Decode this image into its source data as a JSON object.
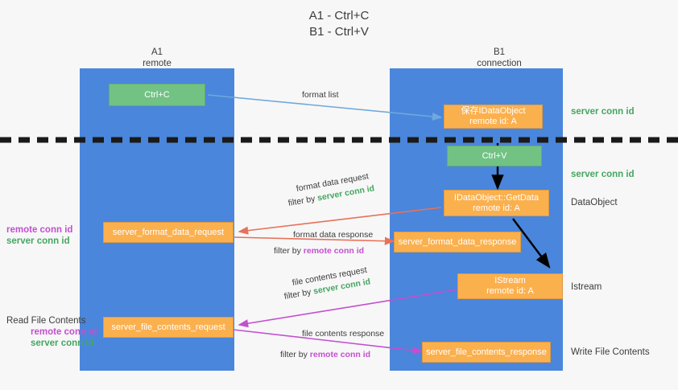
{
  "title": {
    "line1": "A1 - Ctrl+C",
    "line2": "B1 - Ctrl+V"
  },
  "columns": [
    {
      "name": "A1",
      "sub": "remote"
    },
    {
      "name": "B1",
      "sub": "connection"
    }
  ],
  "nodes": {
    "ctrl_c": "Ctrl+C",
    "ctrl_v": "Ctrl+V",
    "save_idataobject_title": "保存IDataObject",
    "save_idataobject_sub": "remote id: A",
    "getdata_title": "IDataObject::GetData",
    "getdata_sub": "remote id: A",
    "istream_title": "IStream",
    "istream_sub": "remote id: A",
    "server_format_data_request": "server_format_data_request",
    "server_format_data_response": "server_format_data_response",
    "server_file_contents_request": "server_file_contents_request",
    "server_file_contents_response": "server_file_contents_response"
  },
  "right_labels": {
    "server_conn_id_top": "server conn id",
    "server_conn_id_mid": "server conn id",
    "dataobject": "DataObject",
    "istream": "Istream",
    "write_file_contents": "Write File Contents"
  },
  "left_labels": {
    "remote_conn_id_1": "remote conn id",
    "server_conn_id_1": "server conn id",
    "read_file_contents": "Read File Contents",
    "remote_conn_id_2": "remote conn id",
    "server_conn_id_2": "server conn id"
  },
  "edges": {
    "format_list": "format list",
    "format_data_request": "format data request",
    "format_data_request_filter_prefix": "filter by ",
    "format_data_request_filter_value": "server conn id",
    "format_data_response": "format data response",
    "format_data_response_filter_prefix": "filter by ",
    "format_data_response_filter_value": "remote conn id",
    "file_contents_request": "file contents request",
    "file_contents_request_filter_prefix": "filter by ",
    "file_contents_request_filter_value": "server conn id",
    "file_contents_response": "file contents response",
    "file_contents_response_filter_prefix": "filter by ",
    "file_contents_response_filter_value": "remote conn id"
  },
  "colors": {
    "lane": "#4a86db",
    "green_node": "#72c284",
    "orange_node": "#fbb04e",
    "green_text": "#45a661",
    "magenta_text": "#c34fd0",
    "blue_arrow": "#6fa8dc",
    "red_arrow": "#e8715a",
    "magenta_arrow": "#c34fd0",
    "black_arrow": "#000000",
    "background": "#f7f7f7"
  }
}
